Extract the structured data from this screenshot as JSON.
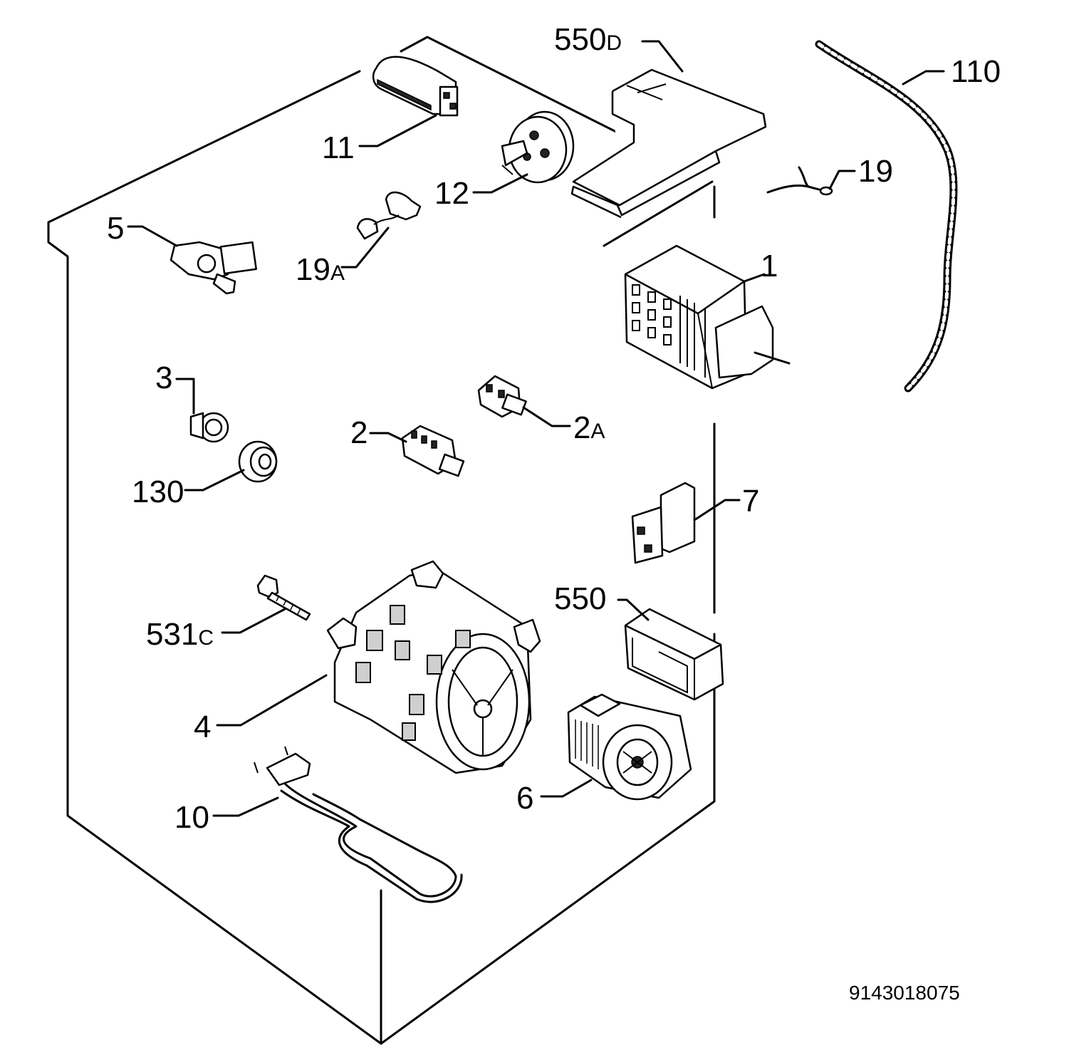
{
  "document_number": "9143018075",
  "callouts": [
    {
      "id": "550d",
      "num": "550",
      "suffix": "D"
    },
    {
      "id": "110",
      "num": "110",
      "suffix": ""
    },
    {
      "id": "11",
      "num": "11",
      "suffix": ""
    },
    {
      "id": "12",
      "num": "12",
      "suffix": ""
    },
    {
      "id": "19",
      "num": "19",
      "suffix": ""
    },
    {
      "id": "5",
      "num": "5",
      "suffix": ""
    },
    {
      "id": "19a",
      "num": "19",
      "suffix": "A"
    },
    {
      "id": "1",
      "num": "1",
      "suffix": ""
    },
    {
      "id": "3",
      "num": "3",
      "suffix": ""
    },
    {
      "id": "2a",
      "num": "2",
      "suffix": "A"
    },
    {
      "id": "2",
      "num": "2",
      "suffix": ""
    },
    {
      "id": "130",
      "num": "130",
      "suffix": ""
    },
    {
      "id": "7",
      "num": "7",
      "suffix": ""
    },
    {
      "id": "531c",
      "num": "531",
      "suffix": "C"
    },
    {
      "id": "550",
      "num": "550",
      "suffix": ""
    },
    {
      "id": "4",
      "num": "4",
      "suffix": ""
    },
    {
      "id": "6",
      "num": "6",
      "suffix": ""
    },
    {
      "id": "10",
      "num": "10",
      "suffix": ""
    }
  ]
}
